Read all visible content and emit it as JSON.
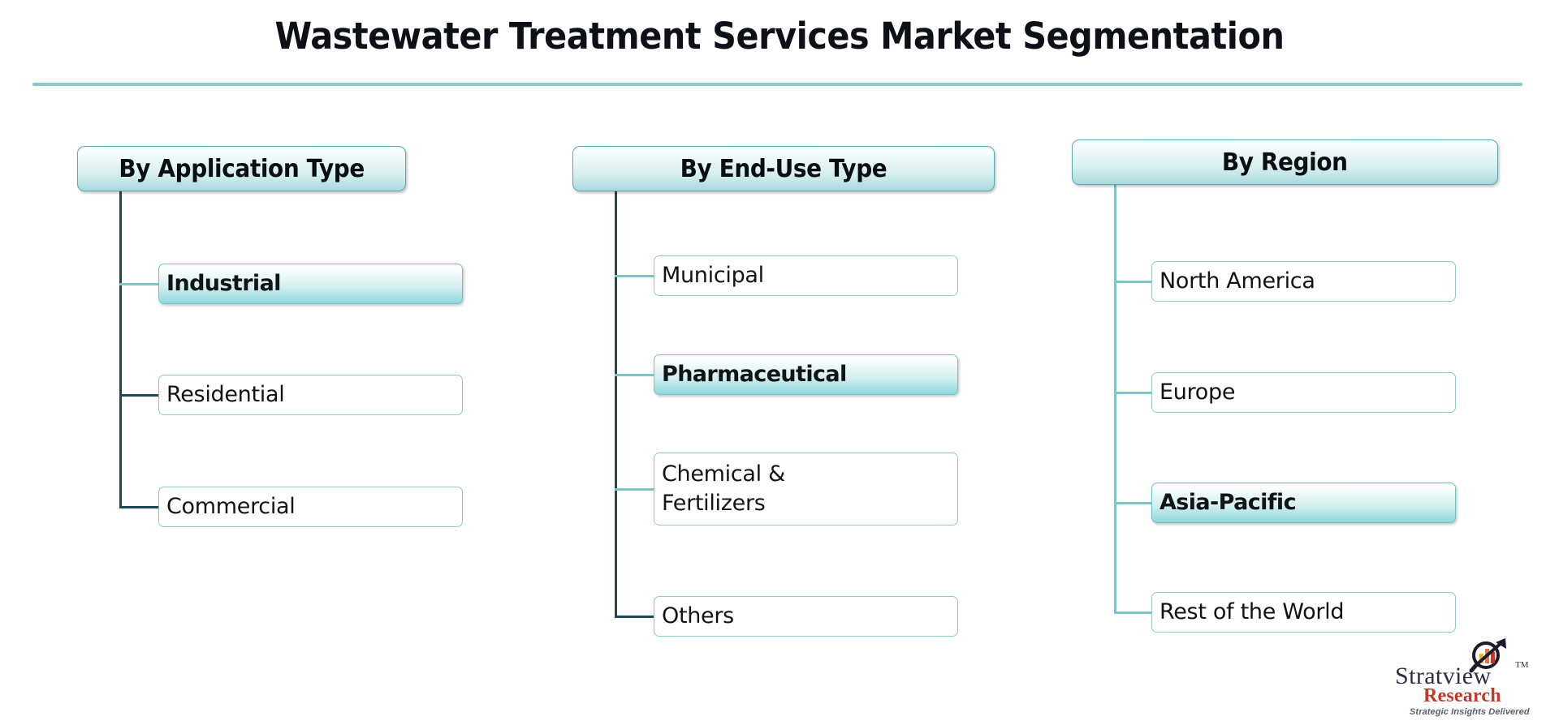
{
  "title": "Wastewater Treatment Services Market Segmentation",
  "colors": {
    "accent_teal": "#8cc8c6",
    "trunk_navy": "#1d4858",
    "trunk_teal": "#7fc6c6",
    "highlight_fill_bottom": "#8ed8dc",
    "node_border": "#8ecac7",
    "header_border": "#5fa8ab",
    "logo_word": "#2b2f45",
    "logo_research": "#c0392b",
    "logo_tagline": "#5a5f6e"
  },
  "chart_data": {
    "type": "diagram",
    "title": "Wastewater Treatment Services Market Segmentation",
    "columns": [
      {
        "header": "By Application Type",
        "items": [
          {
            "label": "Industrial",
            "highlight": true
          },
          {
            "label": "Residential",
            "highlight": false
          },
          {
            "label": "Commercial",
            "highlight": false
          }
        ]
      },
      {
        "header": "By End-Use Type",
        "items": [
          {
            "label": "Municipal",
            "highlight": false
          },
          {
            "label": "Pharmaceutical",
            "highlight": true
          },
          {
            "label": "Chemical &\nFertilizers",
            "highlight": false
          },
          {
            "label": "Others",
            "highlight": false
          }
        ]
      },
      {
        "header": "By Region",
        "items": [
          {
            "label": "North America",
            "highlight": false
          },
          {
            "label": "Europe",
            "highlight": false
          },
          {
            "label": "Asia-Pacific",
            "highlight": true
          },
          {
            "label": "Rest of the World",
            "highlight": false
          }
        ]
      }
    ]
  },
  "columns": [
    {
      "header": "By Application Type",
      "items": [
        {
          "label": "Industrial",
          "highlight": true
        },
        {
          "label": "Residential",
          "highlight": false
        },
        {
          "label": "Commercial",
          "highlight": false
        }
      ]
    },
    {
      "header": "By End-Use Type",
      "items": [
        {
          "label": "Municipal",
          "highlight": false
        },
        {
          "label": "Pharmaceutical",
          "highlight": true
        },
        {
          "label": "Chemical &\nFertilizers",
          "highlight": false
        },
        {
          "label": "Others",
          "highlight": false
        }
      ]
    },
    {
      "header": "By Region",
      "items": [
        {
          "label": "North America",
          "highlight": false
        },
        {
          "label": "Europe",
          "highlight": false
        },
        {
          "label": "Asia-Pacific",
          "highlight": true
        },
        {
          "label": "Rest of the World",
          "highlight": false
        }
      ]
    }
  ],
  "logo": {
    "word": "Stratview",
    "tm": "TM",
    "research": "Research",
    "tagline": "Strategic Insights Delivered"
  }
}
